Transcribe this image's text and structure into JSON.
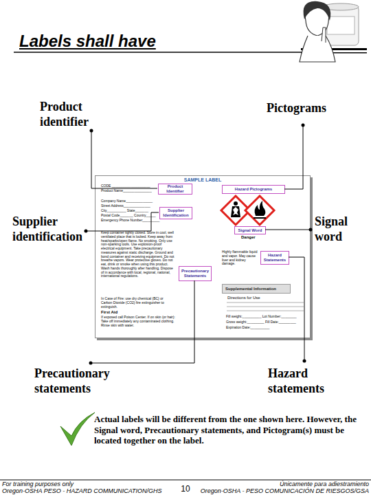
{
  "diagram": {
    "title": "Labels shall have",
    "nodes": [
      {
        "text": [
          "SAMPLE LABEL"
        ]
      },
      {
        "text": [
          "Product Identifier"
        ],
        "in": 0
      },
      {
        "text": [
          "Supplier Identification"
        ],
        "in": 0
      },
      {
        "text": [
          "Hazard Pictograms"
        ],
        "in": 0
      },
      {
        "text": [
          "Signal Word"
        ],
        "in": 0
      },
      {
        "text": [
          "Hazard Statements"
        ],
        "in": 0
      },
      {
        "text": [
          "Precautionary Statements"
        ],
        "in": 0
      },
      {
        "text": [
          "Supplemental Information"
        ],
        "in": 0
      }
    ],
    "labels": [
      "Product identifier",
      "Pictograms",
      "Supplier identification",
      "Signal word",
      "Precautionary statements",
      "Hazard statements",
      "CODE ____________________",
      "Product Name_______________",
      "Company Name______________",
      "Street Address______________",
      "City__________ State_______",
      "Postal Code_______ Country_____",
      "Emergency Phone Number_________",
      "Keep container tightly closed. Store in cool, well ventilated place that is locked. Keep away from heat/sparks/open flame. No smoking. Only use non-sparking tools. Use explosion-proof electrical equipment. Take precautionary measures against static discharge. Ground and bond container and receiving equipment. Do not breathe vapors. Wear protective gloves. Do not eat, drink or smoke when using this product. Wash hands thoroughly after handling. Dispose of in accordance with local, regional, national, international regulations.",
      "In Case of Fire: use dry chemical (BC) or Carbon Dioxide (CO2) fire extinguisher to extinguish.",
      "First Aid",
      "If exposed call Poison Center. If on skin (or hair): Take off immediately any contaminated clothing. Rinse skin with water.",
      "Danger",
      "Highly flammable liquid and vapor. May cause liver and kidney damage.",
      "Directions for Use",
      "Fill weight:__________ Lot Number:________",
      "Gross weight:_________ Fill Date:_________",
      "Expiration Date:__________",
      "Actual labels will be different from the one shown here. However, the Signal word, Precautionary statements, and Pictogram(s) must be located together on the label.",
      "For training purposes only",
      "Oregon-OSHA PESO - HAZARD COMMUNICATION/GHS",
      "10",
      "Únicamente para adiestramiento",
      "Oregon-OSHA - PESO COMUNICACIÓN DE RIESGOS/GSA"
    ]
  }
}
